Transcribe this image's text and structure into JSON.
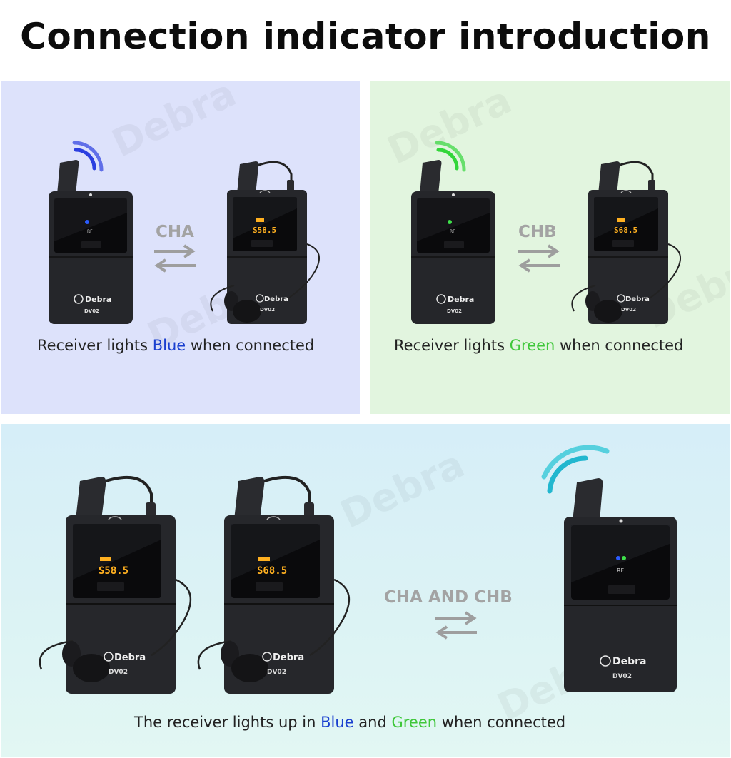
{
  "title": "Connection indicator introduction",
  "panel_a": {
    "channel": "CHA",
    "caption_pre": "Receiver lights",
    "caption_color_word": "Blue",
    "caption_post": "when connected",
    "receiver_label": "RF",
    "transmitter_display": "S58.5"
  },
  "panel_b": {
    "channel": "CHB",
    "caption_pre": "Receiver lights",
    "caption_color_word": "Green",
    "caption_post": "when connected",
    "receiver_label": "RF",
    "transmitter_display": "S68.5"
  },
  "panel_c": {
    "channel": "CHA  AND CHB",
    "caption_pre": "The receiver lights up in",
    "caption_word_1": "Blue",
    "caption_mid": "and",
    "caption_word_2": "Green",
    "caption_post": "when connected",
    "receiver_label": "RF",
    "transmitter_a_display": "S58.5",
    "transmitter_b_display": "S68.5"
  },
  "brand": {
    "name": "Debra",
    "model": "DV02",
    "watermark": "Debra"
  },
  "colors": {
    "blue_led": "#2b5cff",
    "green_led": "#3ee04a",
    "display_amber": "#ffb020"
  }
}
